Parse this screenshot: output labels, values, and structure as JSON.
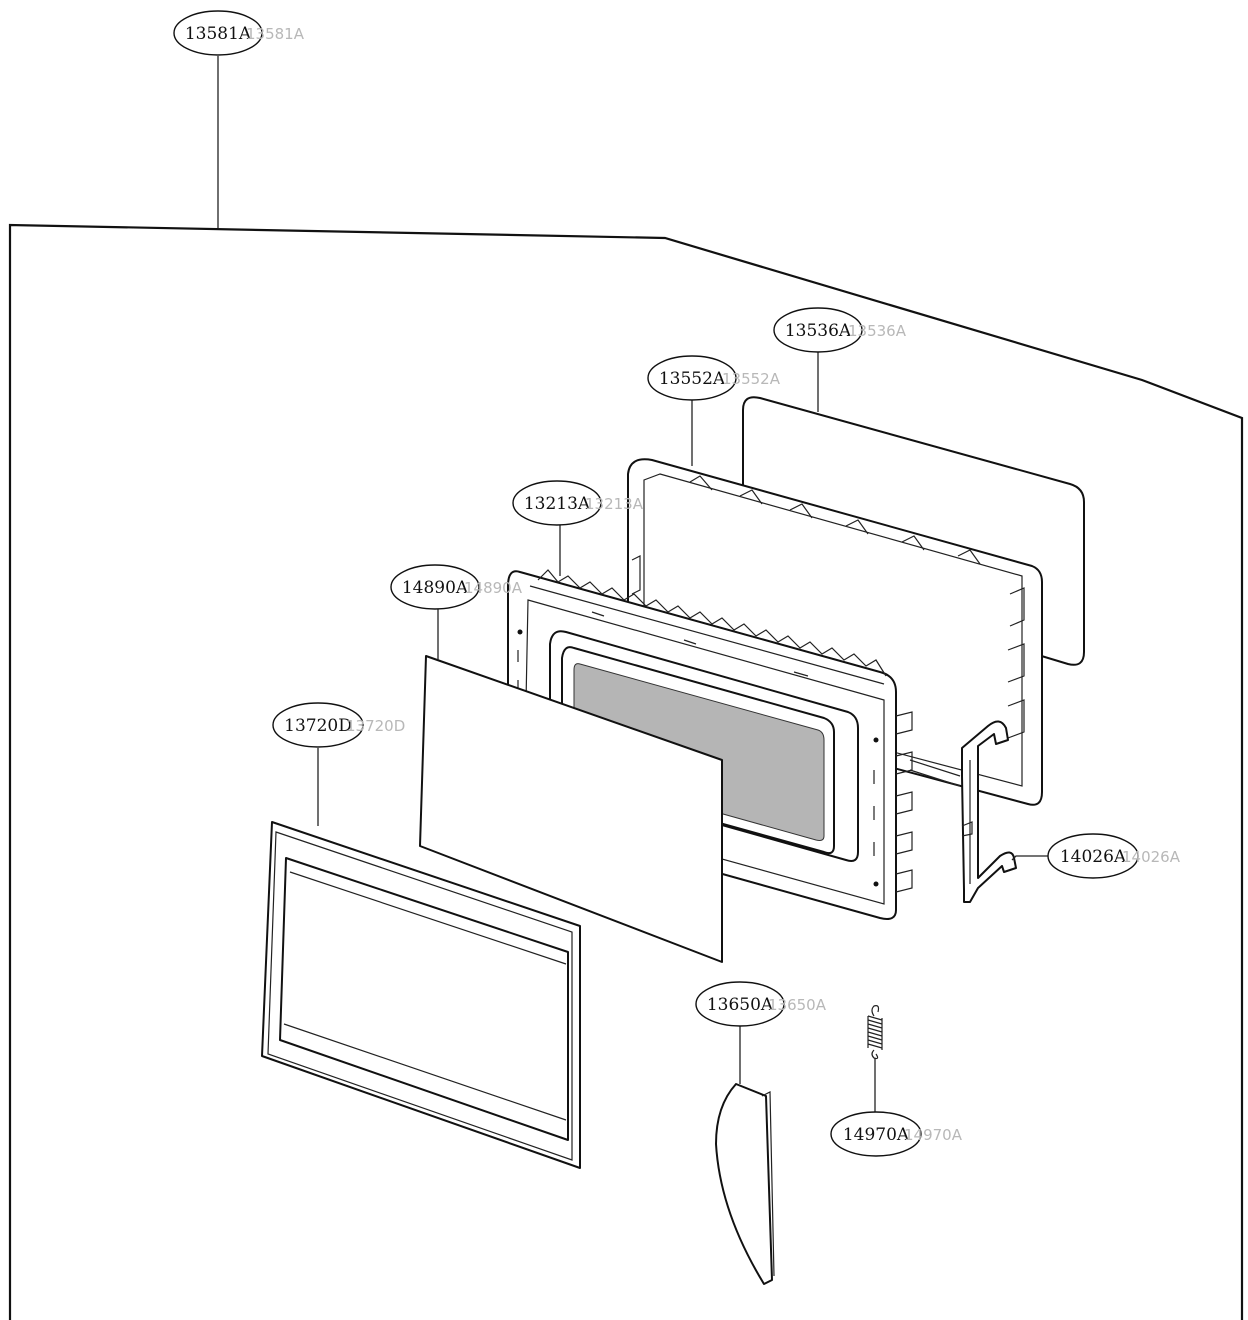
{
  "callouts": {
    "c13581": {
      "label": "13581A",
      "ghost": "13581A"
    },
    "c13536": {
      "label": "13536A",
      "ghost": "13536A"
    },
    "c13552": {
      "label": "13552A",
      "ghost": "13552A"
    },
    "c13213": {
      "label": "13213A",
      "ghost": "13213A"
    },
    "c14890": {
      "label": "14890A",
      "ghost": "14890A"
    },
    "c13720": {
      "label": "13720D",
      "ghost": "13720D"
    },
    "c14026": {
      "label": "14026A",
      "ghost": "14026A"
    },
    "c13650": {
      "label": "13650A",
      "ghost": "13650A"
    },
    "c14970": {
      "label": "14970A",
      "ghost": "14970A"
    }
  }
}
